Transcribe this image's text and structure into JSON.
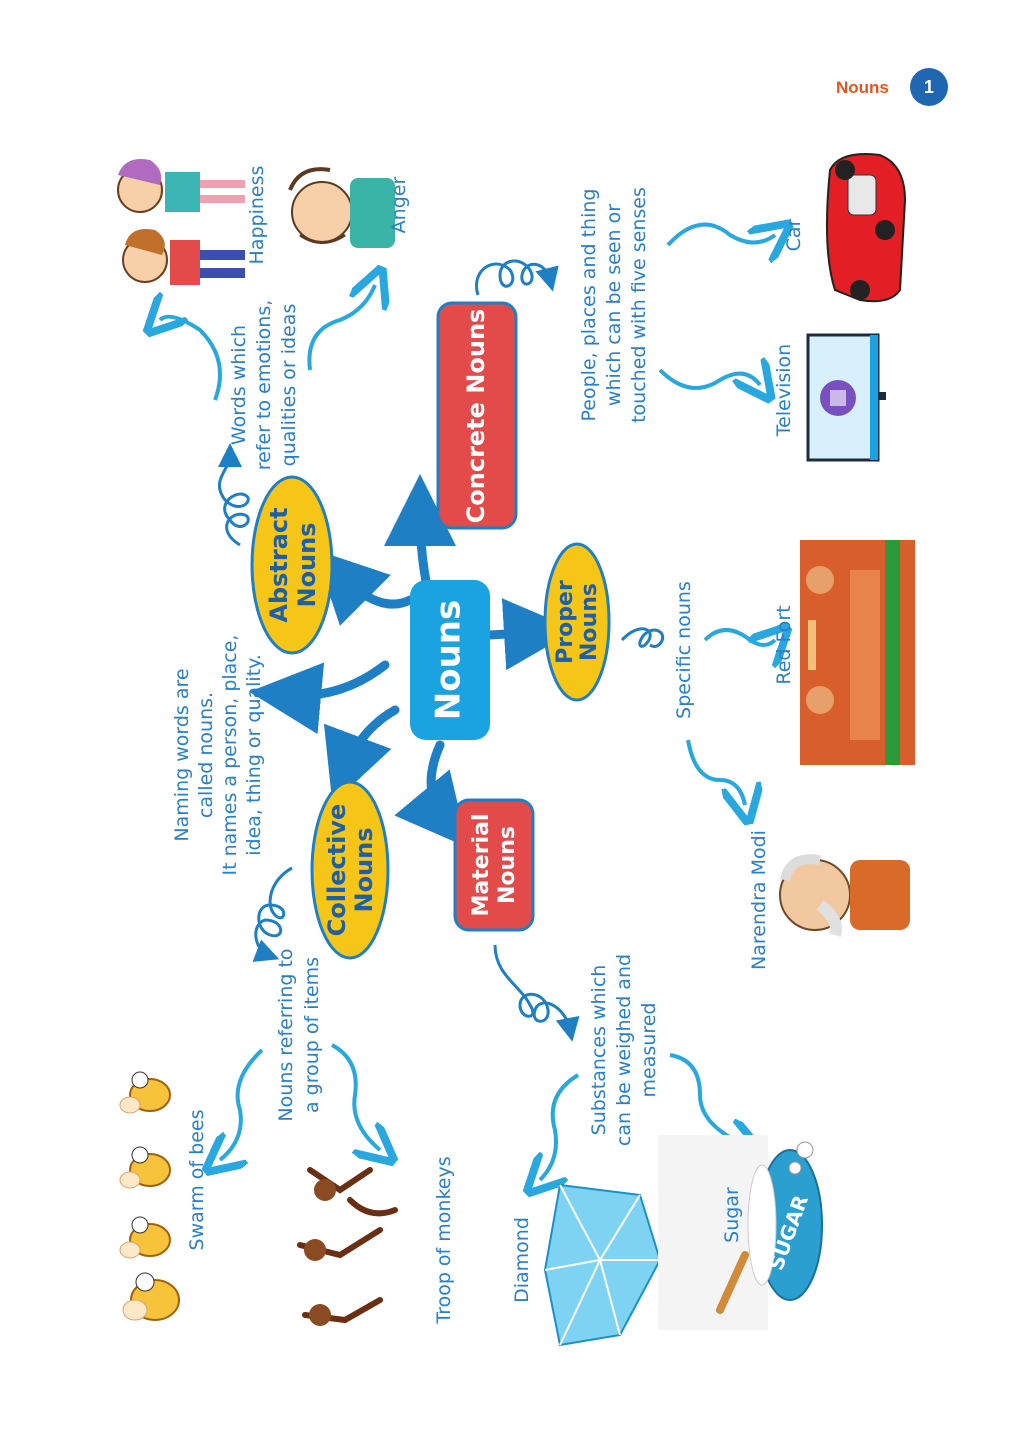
{
  "header": {
    "title": "Nouns",
    "page_number": "1"
  },
  "colors": {
    "node_blue": "#1aa3e0",
    "node_yellow": "#f5c518",
    "node_red": "#e34b4b",
    "arrow_blue": "#1f7fc4",
    "text_blue": "#2a7fc6",
    "header_orange": "#e8541e",
    "badge_blue": "#1f67b1"
  },
  "center": {
    "label": "Nouns"
  },
  "definition": {
    "line1": "Naming words are",
    "line2": "called nouns.",
    "line3": "It names a person, place,",
    "line4": "idea, thing or quality."
  },
  "abstract": {
    "label_line1": "Abstract",
    "label_line2": "Nouns",
    "desc1": "Words which",
    "desc2": "refer to emotions,",
    "desc3": "qualities or ideas",
    "example1": "Happiness",
    "example2": "Anger"
  },
  "concrete": {
    "label": "Concrete Nouns",
    "desc1": "People, places and thing",
    "desc2": "which can be seen or",
    "desc3": "touched with five senses",
    "example1": "Car",
    "example2": "Television"
  },
  "proper": {
    "label_line1": "Proper",
    "label_line2": "Nouns",
    "desc": "Specific nouns",
    "example1": "Red Fort",
    "example2": "Narendra Modi"
  },
  "collective": {
    "label_line1": "Collective",
    "label_line2": "Nouns",
    "desc1": "Nouns referring to",
    "desc2": "a group of items",
    "example1": "Swarm of bees",
    "example2": "Troop of monkeys"
  },
  "material": {
    "label_line1": "Material",
    "label_line2": "Nouns",
    "desc1": "Substances which",
    "desc2": "can be weighed and",
    "desc3": "measured",
    "example1": "Diamond",
    "example2": "Sugar",
    "sugar_label": "SUGAR"
  }
}
